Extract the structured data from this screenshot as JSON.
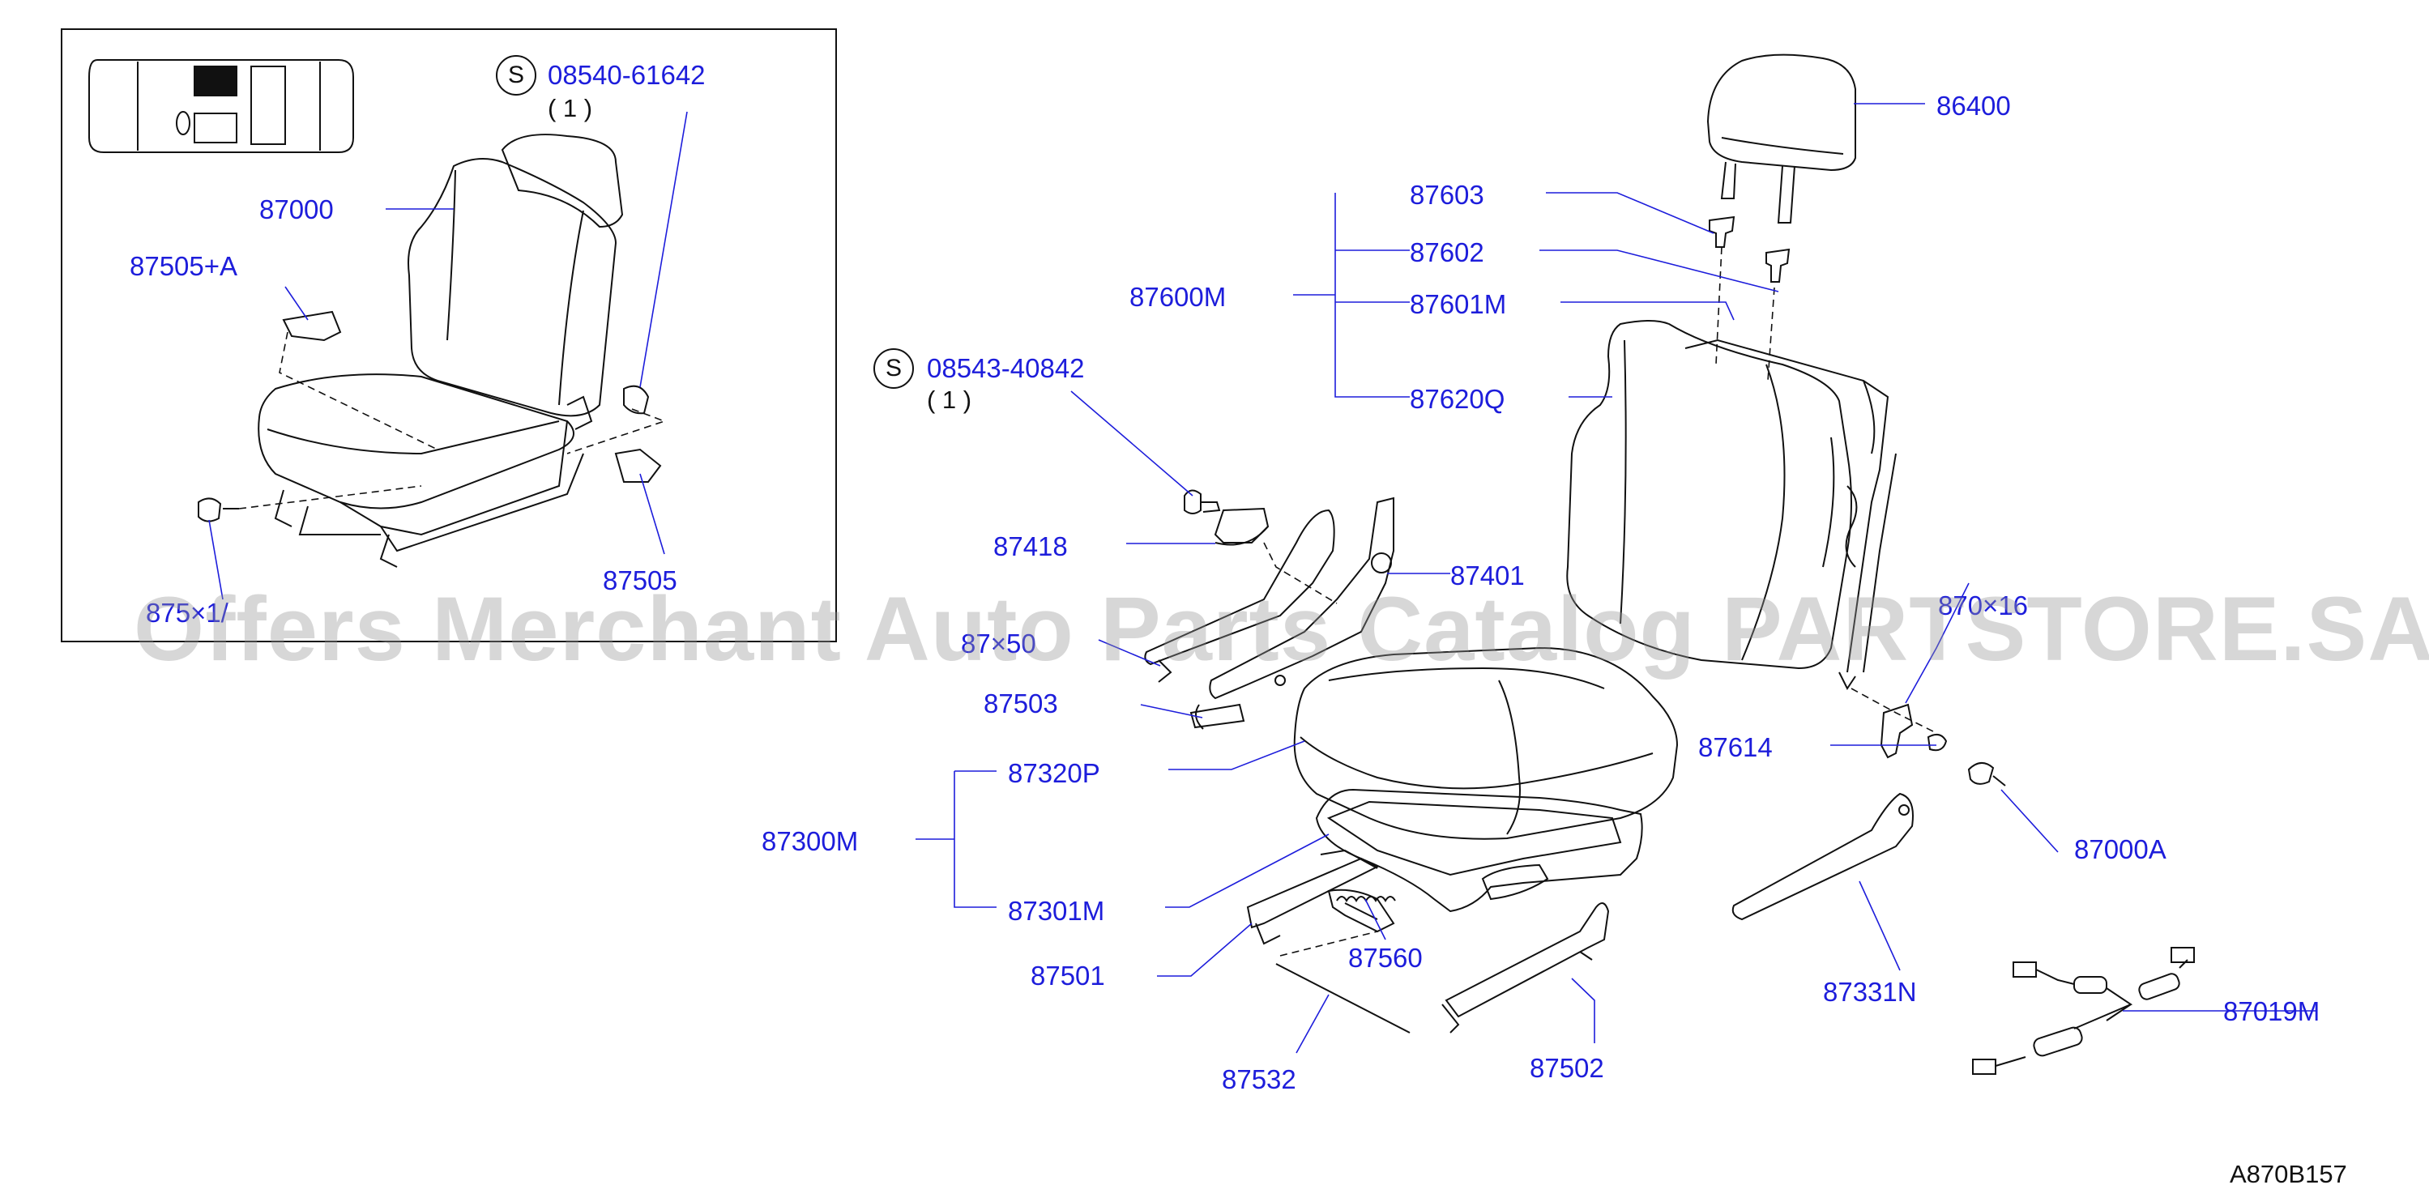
{
  "inset": {
    "labels": {
      "p87000": "87000",
      "p87505a": "87505+A",
      "bolt_code": "08540-61642",
      "bolt_qty": "( 1 )",
      "p87505": "87505",
      "p8750x": "875×1/"
    },
    "s_symbol": "S"
  },
  "parts": {
    "p86400": "86400",
    "p87603": "87603",
    "p87602": "87602",
    "p87601m": "87601M",
    "p87600m": "87600M",
    "p87620q": "87620Q",
    "bolt_code": "08543-40842",
    "bolt_qty": "( 1 )",
    "p87418": "87418",
    "p87401": "87401",
    "p87016": "870×16",
    "p87x50": "87×50",
    "p87503": "87503",
    "p87614": "87614",
    "p87320p": "87320P",
    "p87000a": "87000A",
    "p87300m": "87300M",
    "p87301m": "87301M",
    "p87501": "87501",
    "p87560": "87560",
    "p87331n": "87331N",
    "p87019m": "87019M",
    "p87532": "87532",
    "p87502": "87502"
  },
  "s_symbol": "S",
  "diagram_code": "A870B157",
  "watermark": "Offers Merchant Auto Parts Catalog PARTSTORE.SA",
  "colors": {
    "label": "#1d1ddb",
    "line": "#1a1a1a",
    "leader": "#1d1ddb"
  }
}
